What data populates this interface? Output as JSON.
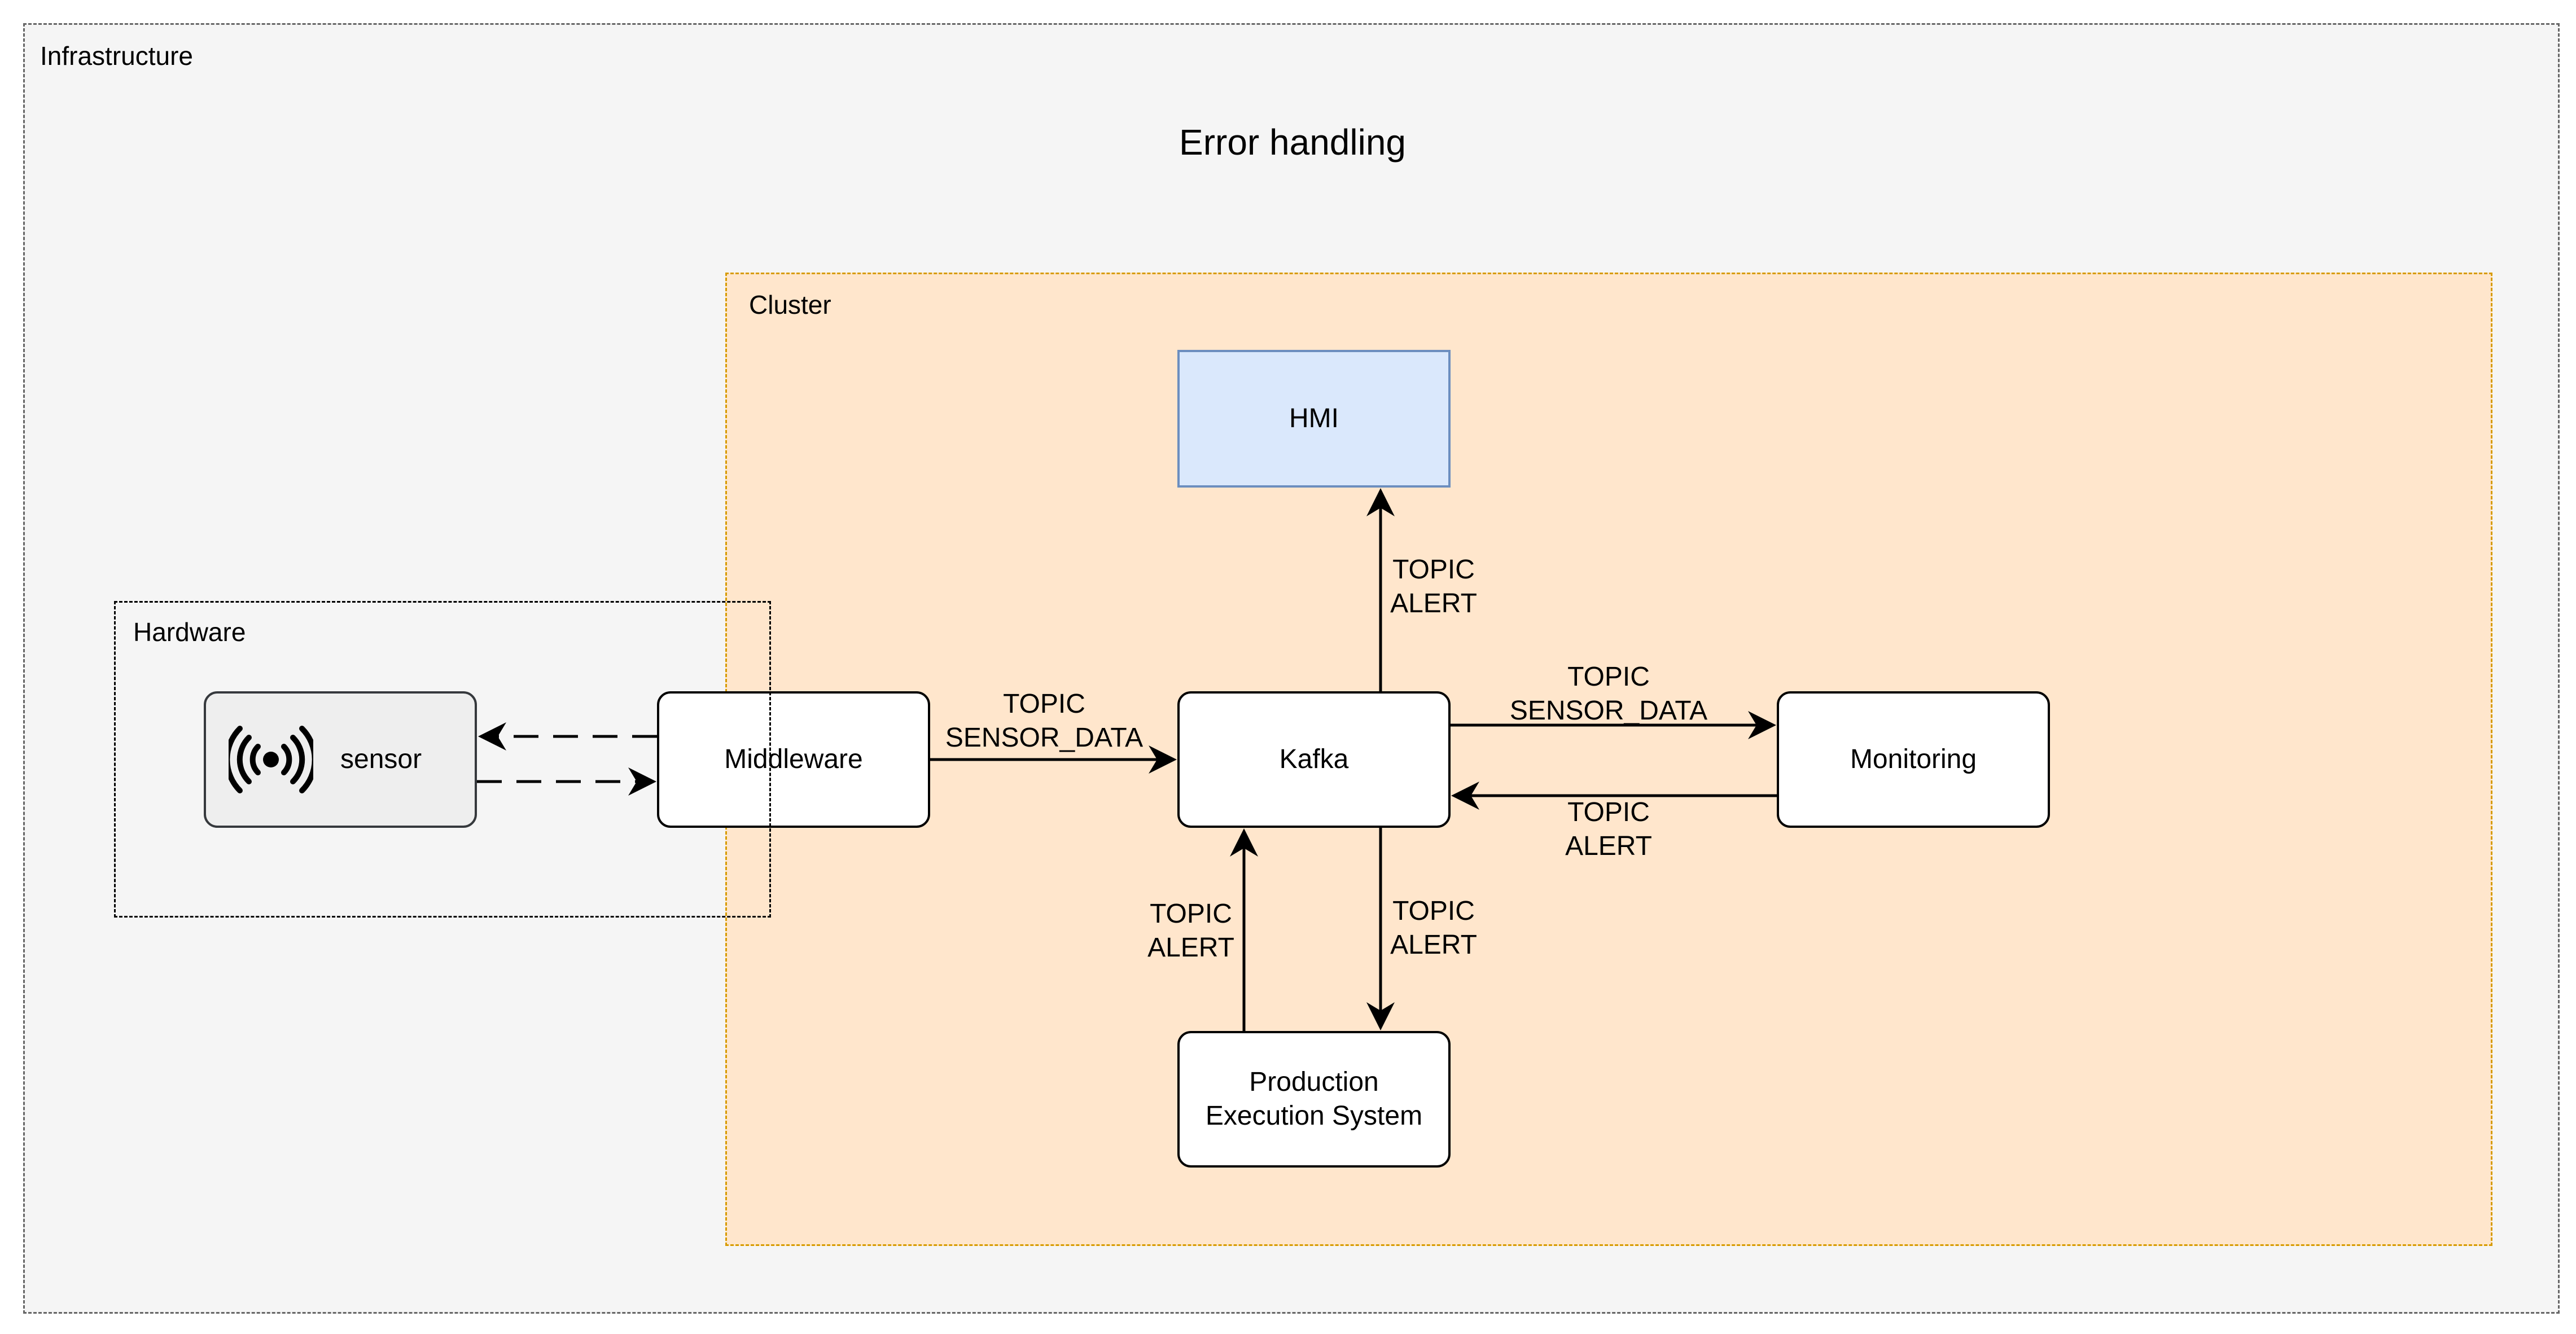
{
  "title": "Error handling",
  "regions": {
    "infrastructure": "Infrastructure",
    "cluster": "Cluster",
    "hardware": "Hardware"
  },
  "nodes": {
    "sensor": {
      "label": "sensor",
      "icon": "wireless-signal-icon"
    },
    "middleware": {
      "label": "Middleware"
    },
    "kafka": {
      "label": "Kafka"
    },
    "hmi": {
      "label": "HMI"
    },
    "monitoring": {
      "label": "Monitoring"
    },
    "pes": {
      "label": "Production\nExecution System"
    }
  },
  "edges": {
    "middleware_to_kafka": "TOPIC\nSENSOR_DATA",
    "kafka_to_hmi": "TOPIC\nALERT",
    "kafka_to_monitoring": "TOPIC\nSENSOR_DATA",
    "monitoring_to_kafka": "TOPIC\nALERT",
    "pes_to_kafka": "TOPIC\nALERT",
    "kafka_to_pes": "TOPIC\nALERT"
  },
  "colors": {
    "infrastructure_fill": "#f5f5f5",
    "infrastructure_border": "#666666",
    "cluster_fill": "#ffe6cc",
    "cluster_border": "#d79b00",
    "hmi_fill": "#dae8fc",
    "hmi_border": "#6c8ebf",
    "sensor_fill": "#eeeeee"
  }
}
